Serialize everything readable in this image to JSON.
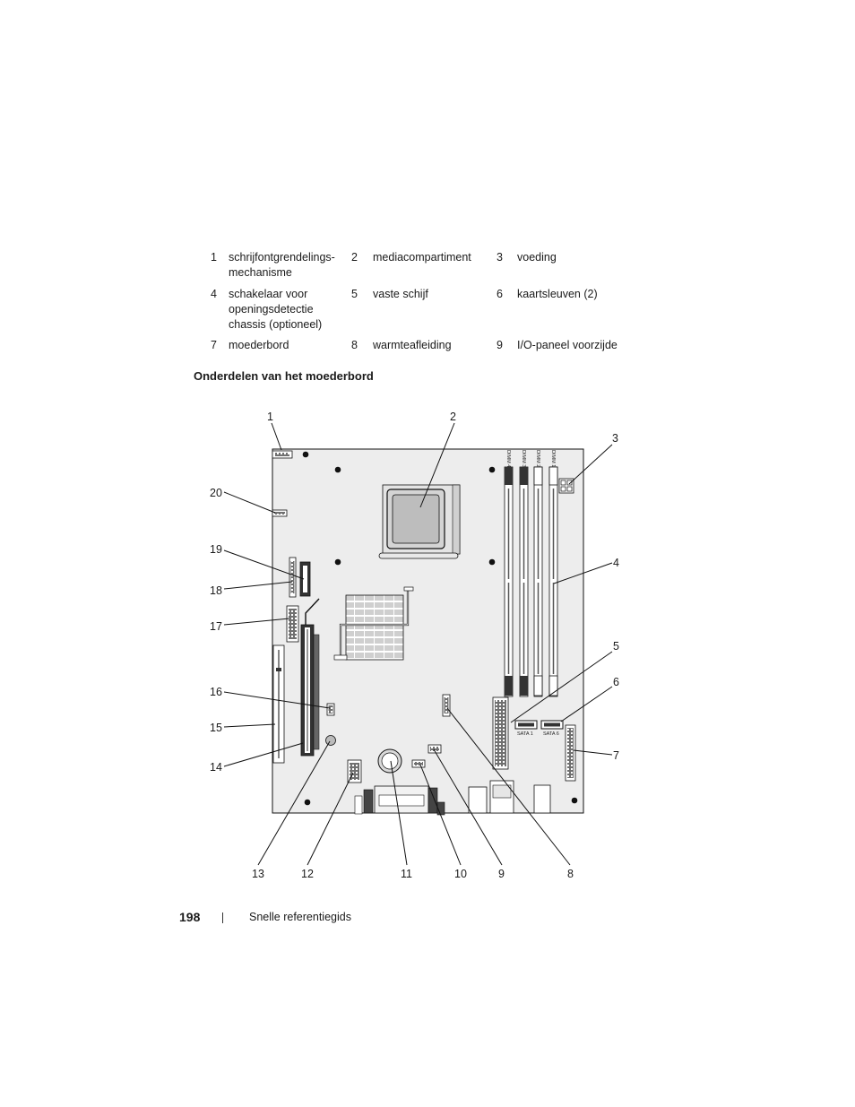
{
  "legend": [
    {
      "num": "1",
      "text": "schrijfontgrendelings-\nmechanisme"
    },
    {
      "num": "2",
      "text": "mediacompartiment"
    },
    {
      "num": "3",
      "text": "voeding"
    },
    {
      "num": "4",
      "text": "schakelaar voor\nopeningsdetectie\nchassis (optioneel)"
    },
    {
      "num": "5",
      "text": "vaste schijf"
    },
    {
      "num": "6",
      "text": "kaartsleuven (2)"
    },
    {
      "num": "7",
      "text": "moederbord"
    },
    {
      "num": "8",
      "text": "warmteafleiding"
    },
    {
      "num": "9",
      "text": "I/O-paneel voorzijde"
    }
  ],
  "section_title": "Onderdelen van het moederbord",
  "diagram": {
    "callouts": [
      "1",
      "2",
      "3",
      "4",
      "5",
      "6",
      "7",
      "8",
      "9",
      "10",
      "11",
      "12",
      "13",
      "14",
      "15",
      "16",
      "17",
      "18",
      "19",
      "20"
    ],
    "dimm_labels": [
      "DIMM 4",
      "DIMM 3",
      "DIMM 2",
      "DIMM 1"
    ],
    "sata_labels": [
      "SATA 1",
      "SATA 6"
    ]
  },
  "footer": {
    "page_number": "198",
    "title": "Snelle referentiegids"
  }
}
